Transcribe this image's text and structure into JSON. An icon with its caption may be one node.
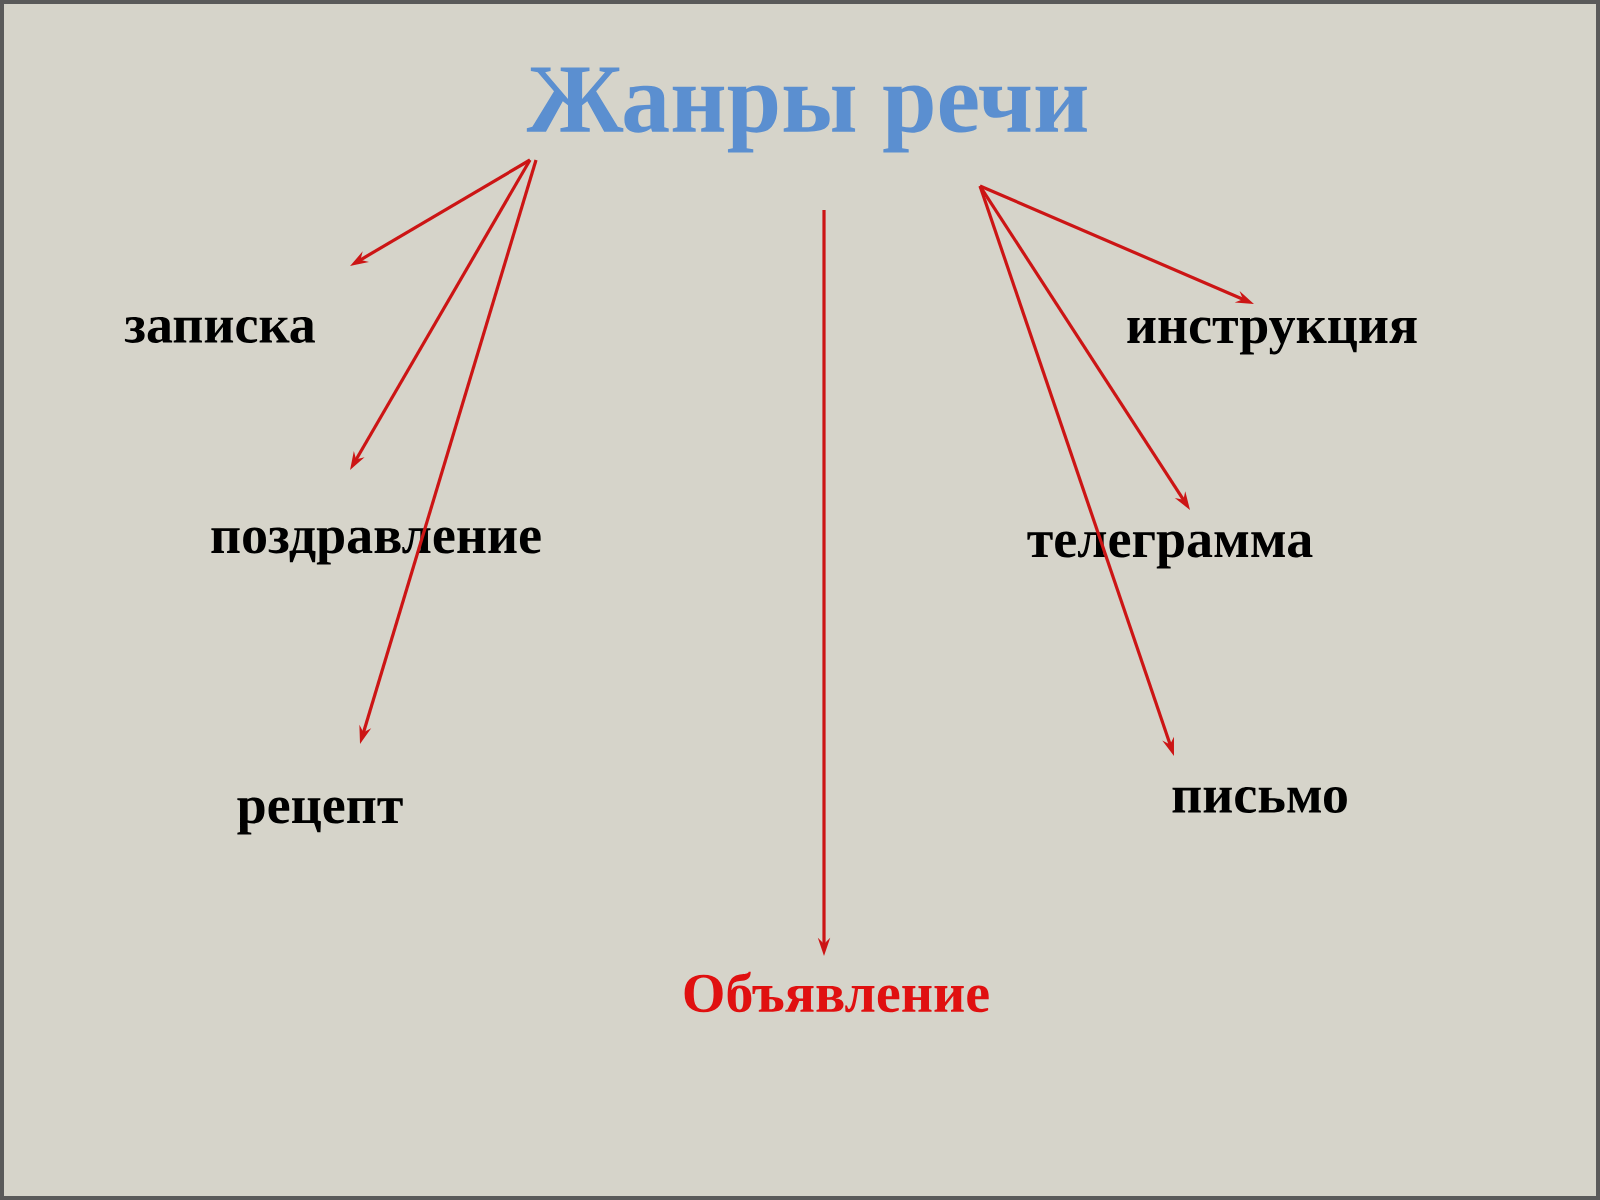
{
  "diagram": {
    "nodes": [
      {
        "text": [
          "Жанры речи"
        ]
      },
      {
        "text": [
          "записка"
        ]
      },
      {
        "text": [
          "поздравление"
        ]
      },
      {
        "text": [
          "рецепт"
        ]
      },
      {
        "text": [
          "инструкция"
        ]
      },
      {
        "text": [
          "телеграмма"
        ]
      },
      {
        "text": [
          "письмо"
        ]
      },
      {
        "text": [
          "Объявление"
        ]
      }
    ],
    "edges": [
      {
        "from": 0,
        "to": 1,
        "arrow": "to"
      },
      {
        "from": 0,
        "to": 2,
        "arrow": "to"
      },
      {
        "from": 0,
        "to": 3,
        "arrow": "to"
      },
      {
        "from": 0,
        "to": 4,
        "arrow": "to"
      },
      {
        "from": 0,
        "to": 5,
        "arrow": "to"
      },
      {
        "from": 0,
        "to": 6,
        "arrow": "to"
      },
      {
        "from": 0,
        "to": 7,
        "arrow": "to"
      }
    ]
  }
}
